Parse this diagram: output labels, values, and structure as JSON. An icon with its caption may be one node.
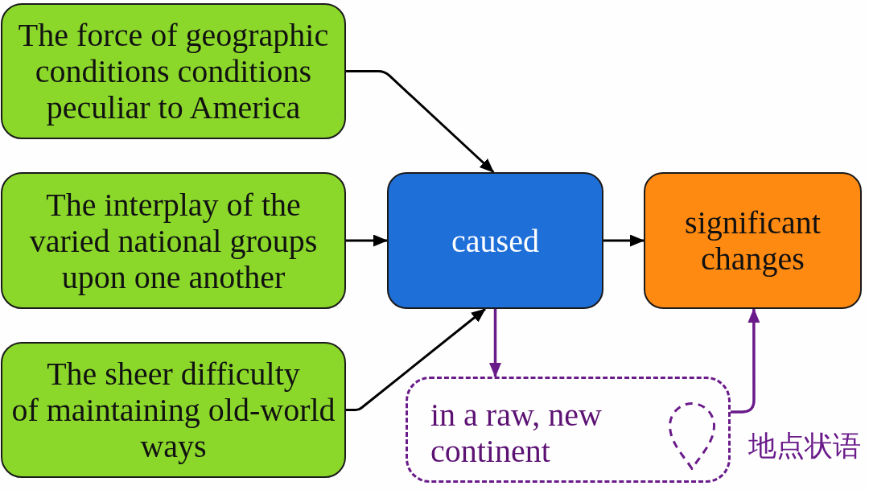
{
  "diagram": {
    "nodes": [
      {
        "text": [
          "The force of geographic conditions conditions peculiar to America"
        ]
      },
      {
        "text": [
          "The interplay of the varied national groups upon one another"
        ]
      },
      {
        "text": [
          "The sheer difficulty of maintaining old-world ways"
        ]
      },
      {
        "text": [
          "caused"
        ]
      },
      {
        "text": [
          "significant changes"
        ]
      },
      {
        "text": [
          "in a raw, new continent"
        ],
        "beside": [
          "地点状语"
        ]
      }
    ],
    "edges": [
      {
        "from": 0,
        "to": 3,
        "arrow": "to"
      },
      {
        "from": 1,
        "to": 3,
        "arrow": "to"
      },
      {
        "from": 2,
        "to": 3,
        "arrow": "to"
      },
      {
        "from": 3,
        "to": 4,
        "arrow": "to"
      },
      {
        "from": 3,
        "to": 5,
        "arrow": "to",
        "color": "#6a1b8a"
      },
      {
        "from": 5,
        "to": 4,
        "arrow": "to",
        "color": "#6a1b8a"
      }
    ]
  }
}
